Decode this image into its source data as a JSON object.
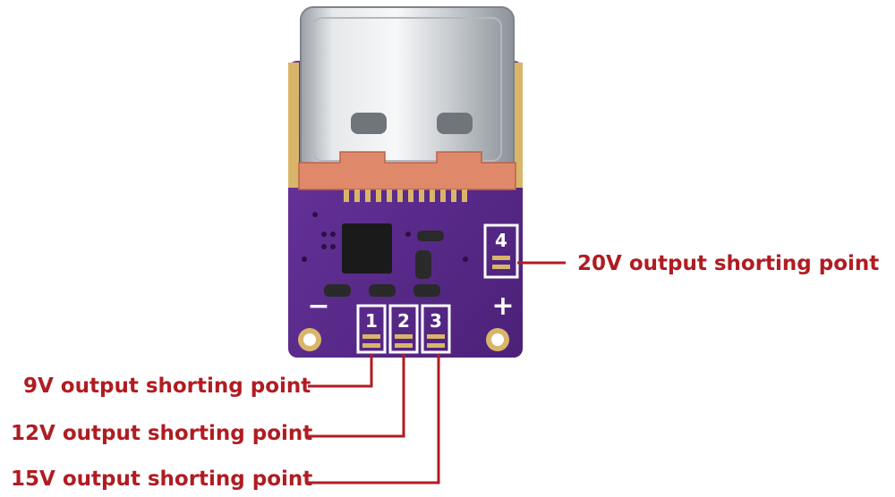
{
  "colors": {
    "accent": "#b01c22",
    "pcb": "#5b2a8c",
    "pcb_dark": "#3f1b66",
    "gold": "#d9b56a",
    "silk": "#ffffff",
    "metal": "#cfd2d6",
    "orange": "#e0886a"
  },
  "board": {
    "silk_minus": "−",
    "silk_plus": "+",
    "pads": [
      {
        "number": "1"
      },
      {
        "number": "2"
      },
      {
        "number": "3"
      },
      {
        "number": "4"
      }
    ]
  },
  "callouts": {
    "v20": "20V output shorting point",
    "v9": "9V output shorting point",
    "v12": "12V output shorting point",
    "v15": "15V output shorting point"
  }
}
